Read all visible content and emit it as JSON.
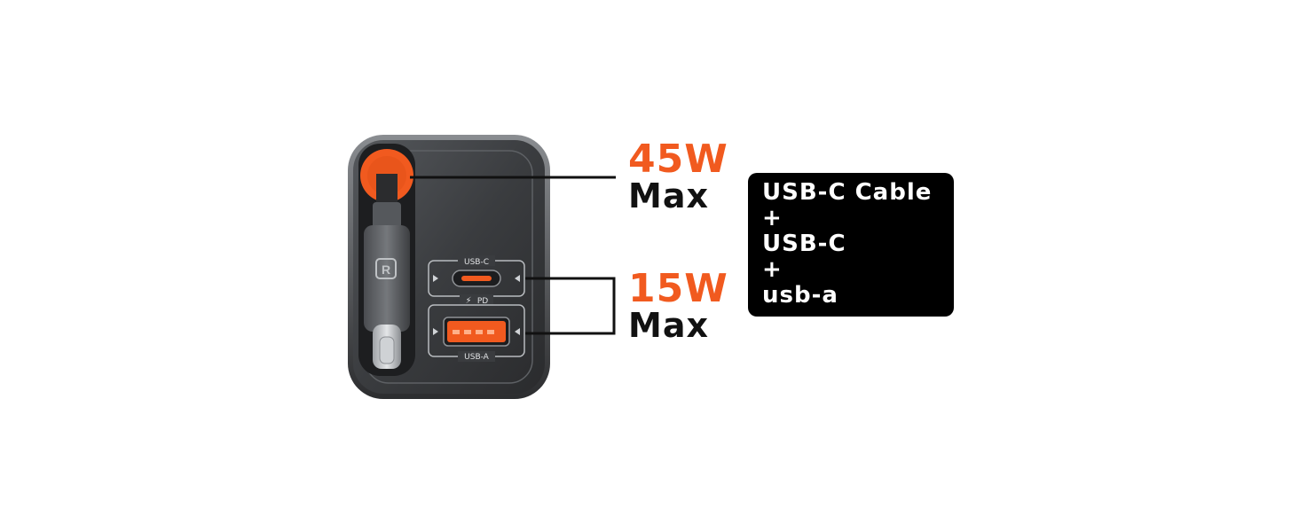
{
  "callouts": {
    "top": {
      "watt": "45W",
      "unit": "Max"
    },
    "bottom": {
      "watt": "15W",
      "unit": "Max"
    }
  },
  "ports": {
    "usb_c_label": "USB-C",
    "pd_label": "PD",
    "usb_a_label": "USB-A"
  },
  "info_box": {
    "lines": [
      "USB-C Cable",
      "+",
      "USB-C",
      "+",
      "usb-a"
    ]
  },
  "colors": {
    "accent": "#f15a1f",
    "text": "#111111",
    "box_bg": "#000000",
    "charger_body": "#3a3c3f"
  }
}
